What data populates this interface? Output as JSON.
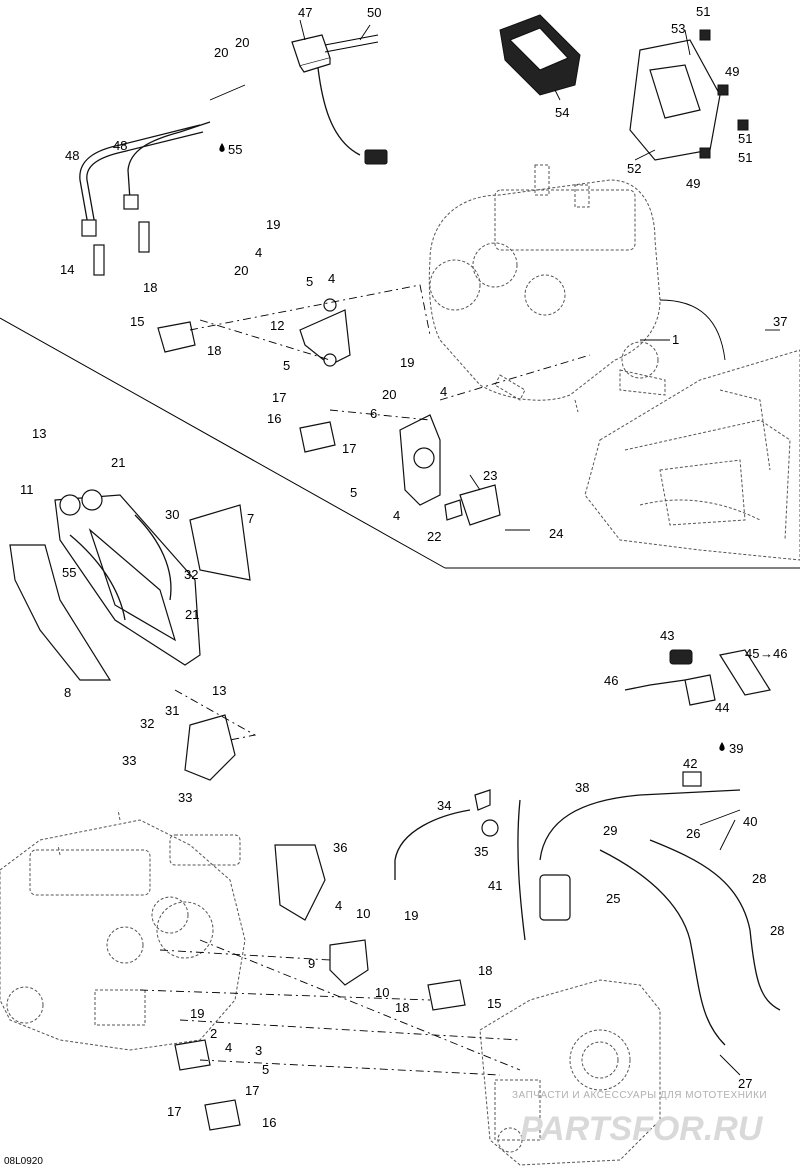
{
  "diagram": {
    "code": "08L0920",
    "watermark": {
      "caption": "ЗАПЧАСТИ И АКСЕССУАРЫ ДЛЯ МОТОТЕХНИКИ",
      "brand": "PARTSFOR.RU"
    },
    "labels": {
      "p1": "1",
      "p2": "2",
      "p3": "3",
      "p4a": "4",
      "p4b": "4",
      "p4c": "4",
      "p4d": "4",
      "p4e": "4",
      "p4f": "4",
      "p5a": "5",
      "p5b": "5",
      "p5c": "5",
      "p5d": "5",
      "p6": "6",
      "p7": "7",
      "p8": "8",
      "p9": "9",
      "p10a": "10",
      "p10b": "10",
      "p11": "11",
      "p12": "12",
      "p13a": "13",
      "p13b": "13",
      "p14": "14",
      "p15a": "15",
      "p15b": "15",
      "p16a": "16",
      "p16b": "16",
      "p17a": "17",
      "p17b": "17",
      "p17c": "17",
      "p17d": "17",
      "p18a": "18",
      "p18b": "18",
      "p18c": "18",
      "p18d": "18",
      "p19a": "19",
      "p19b": "19",
      "p19c": "19",
      "p19d": "19",
      "p20a": "20",
      "p20b": "20",
      "p20c": "20",
      "p21a": "21",
      "p21b": "21",
      "p22": "22",
      "p23": "23",
      "p24": "24",
      "p25": "25",
      "p26": "26",
      "p27": "27",
      "p28a": "28",
      "p28b": "28",
      "p29": "29",
      "p30": "30",
      "p31": "31",
      "p32a": "32",
      "p32b": "32",
      "p33a": "33",
      "p33b": "33",
      "p34": "34",
      "p35": "35",
      "p36": "36",
      "p37": "37",
      "p38": "38",
      "p39": "39",
      "p40": "40",
      "p41": "41",
      "p42": "42",
      "p43": "43",
      "p44": "44",
      "p45": "45",
      "p46a": "46",
      "p46b": "46",
      "p47": "47",
      "p48a": "48",
      "p48b": "48",
      "p49a": "49",
      "p49b": "49",
      "p50": "50",
      "p51a": "51",
      "p51b": "51",
      "p51c": "51",
      "p52": "52",
      "p53": "53",
      "p54": "54",
      "p55a": "55",
      "p55b": "55"
    }
  }
}
